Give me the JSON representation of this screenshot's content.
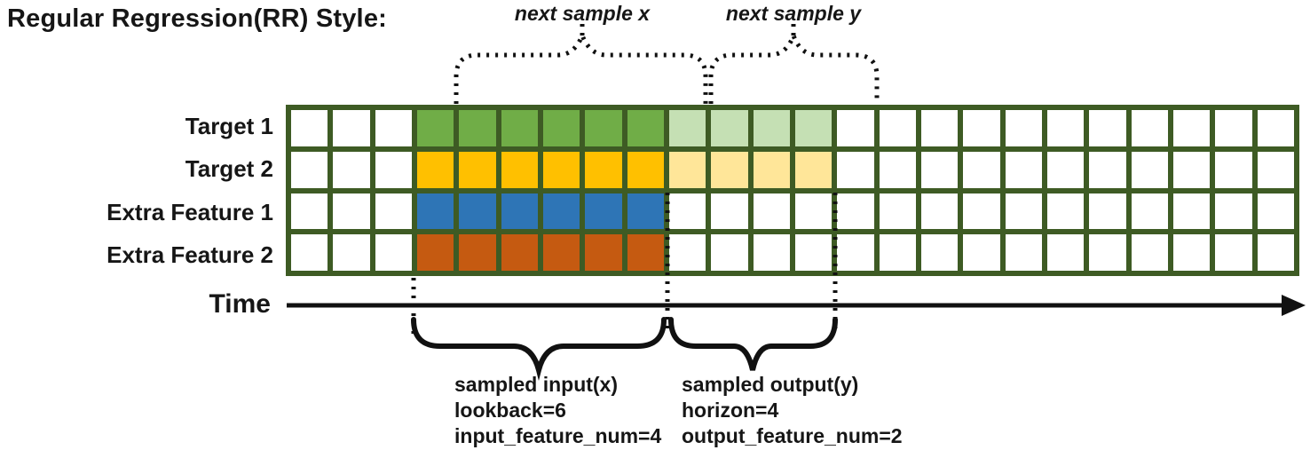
{
  "title": "Regular Regression(RR) Style:",
  "colors": {
    "grid_line": "#3E5B24",
    "empty_cell": "#ffffff",
    "target1_input": "#70AD47",
    "target1_output": "#C5E0B4",
    "target2_input": "#FFC000",
    "target2_output": "#FFE699",
    "extra1_input": "#2E75B6",
    "extra2_input": "#C55A11"
  },
  "grid": {
    "columns": 24,
    "input_start": 3,
    "input_length": 6,
    "output_start": 9,
    "output_length": 4,
    "rows": [
      {
        "label": "Target 1",
        "input_color": "#70AD47",
        "output_color": "#C5E0B4"
      },
      {
        "label": "Target 2",
        "input_color": "#FFC000",
        "output_color": "#FFE699"
      },
      {
        "label": "Extra Feature 1",
        "input_color": "#2E75B6",
        "output_color": null
      },
      {
        "label": "Extra Feature 2",
        "input_color": "#C55A11",
        "output_color": null
      }
    ]
  },
  "time_axis": {
    "label": "Time"
  },
  "annotations": {
    "next_sample_x": "next sample x",
    "next_sample_y": "next sample y",
    "input_block": [
      "sampled input(x)",
      "lookback=6",
      "input_feature_num=4"
    ],
    "output_block": [
      "sampled output(y)",
      "horizon=4",
      "output_feature_num=2"
    ]
  }
}
